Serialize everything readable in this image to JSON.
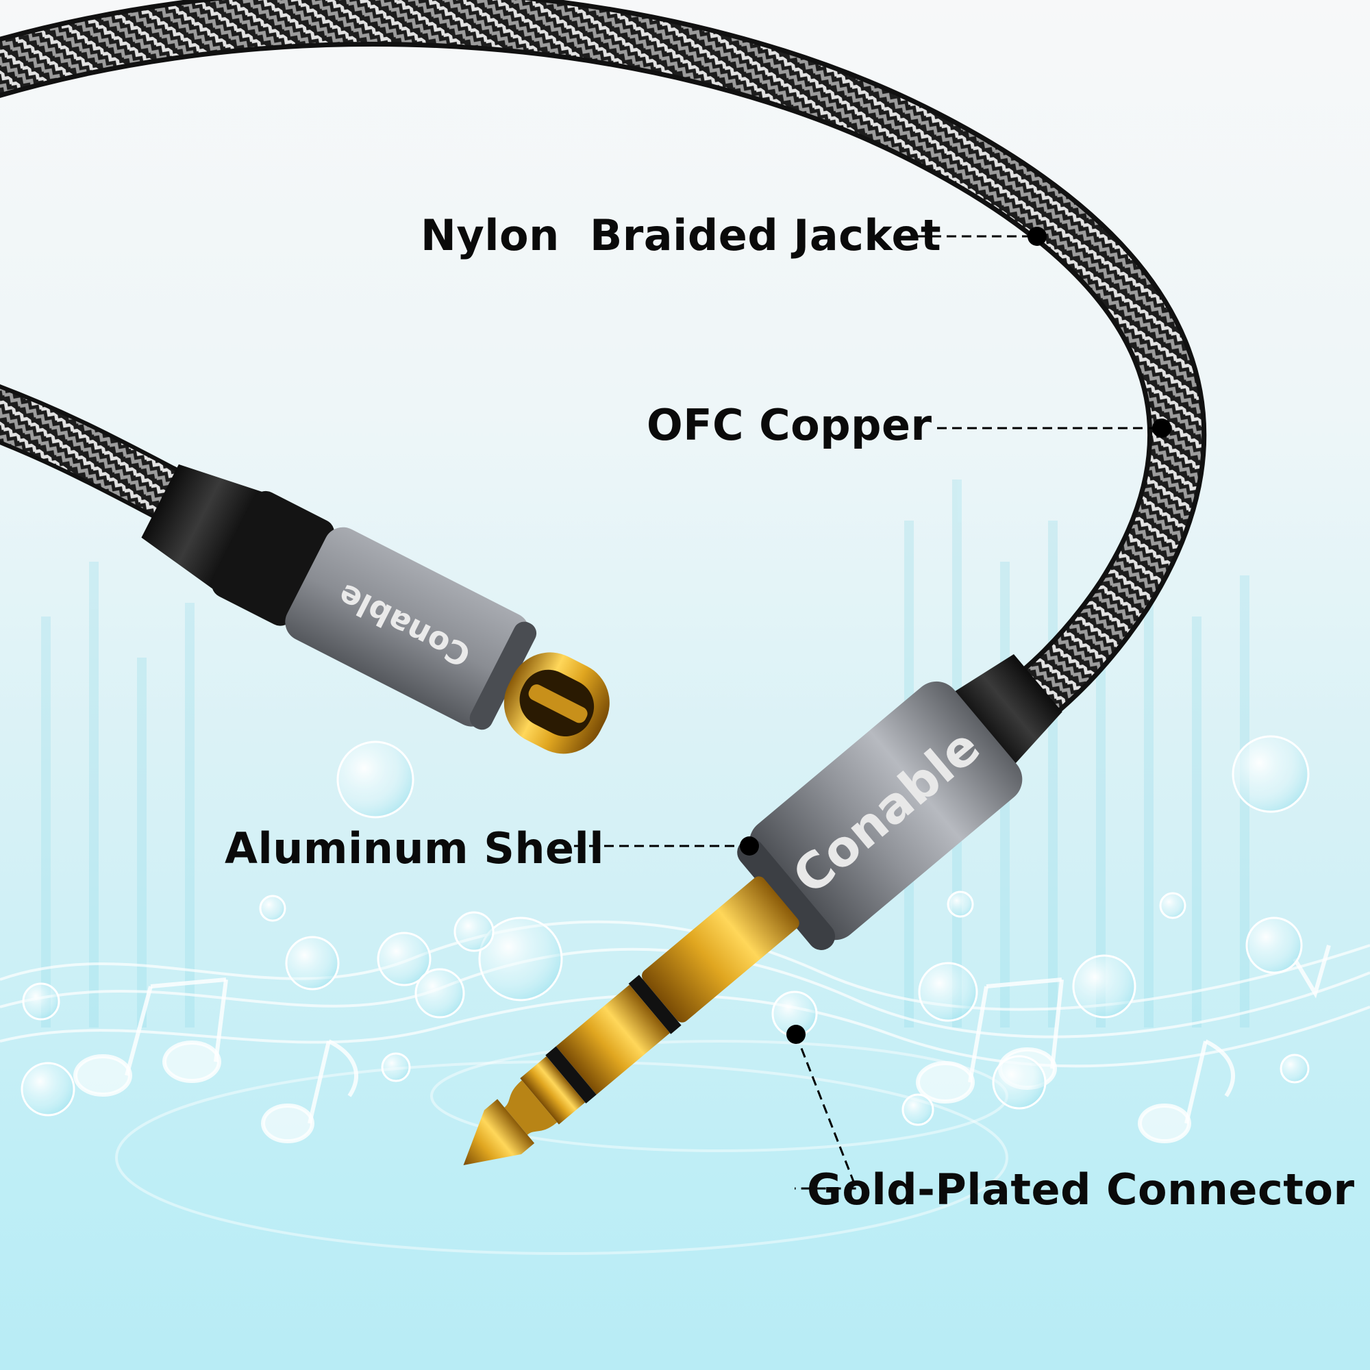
{
  "labels": {
    "jacket": "Nylon  Braided Jacket",
    "copper": "OFC Copper",
    "shell": "Aluminum Shell",
    "connector": "Gold-Plated Connector"
  },
  "brand": {
    "usbc": "Conable",
    "jack": "Conable"
  },
  "colors": {
    "text": "#0a0a0a",
    "gold": "#d9a520",
    "aluminum": "#8e9196",
    "braid_dark": "#1a1a1a",
    "braid_light": "#d9d9d9",
    "water": "#bfeef6"
  }
}
